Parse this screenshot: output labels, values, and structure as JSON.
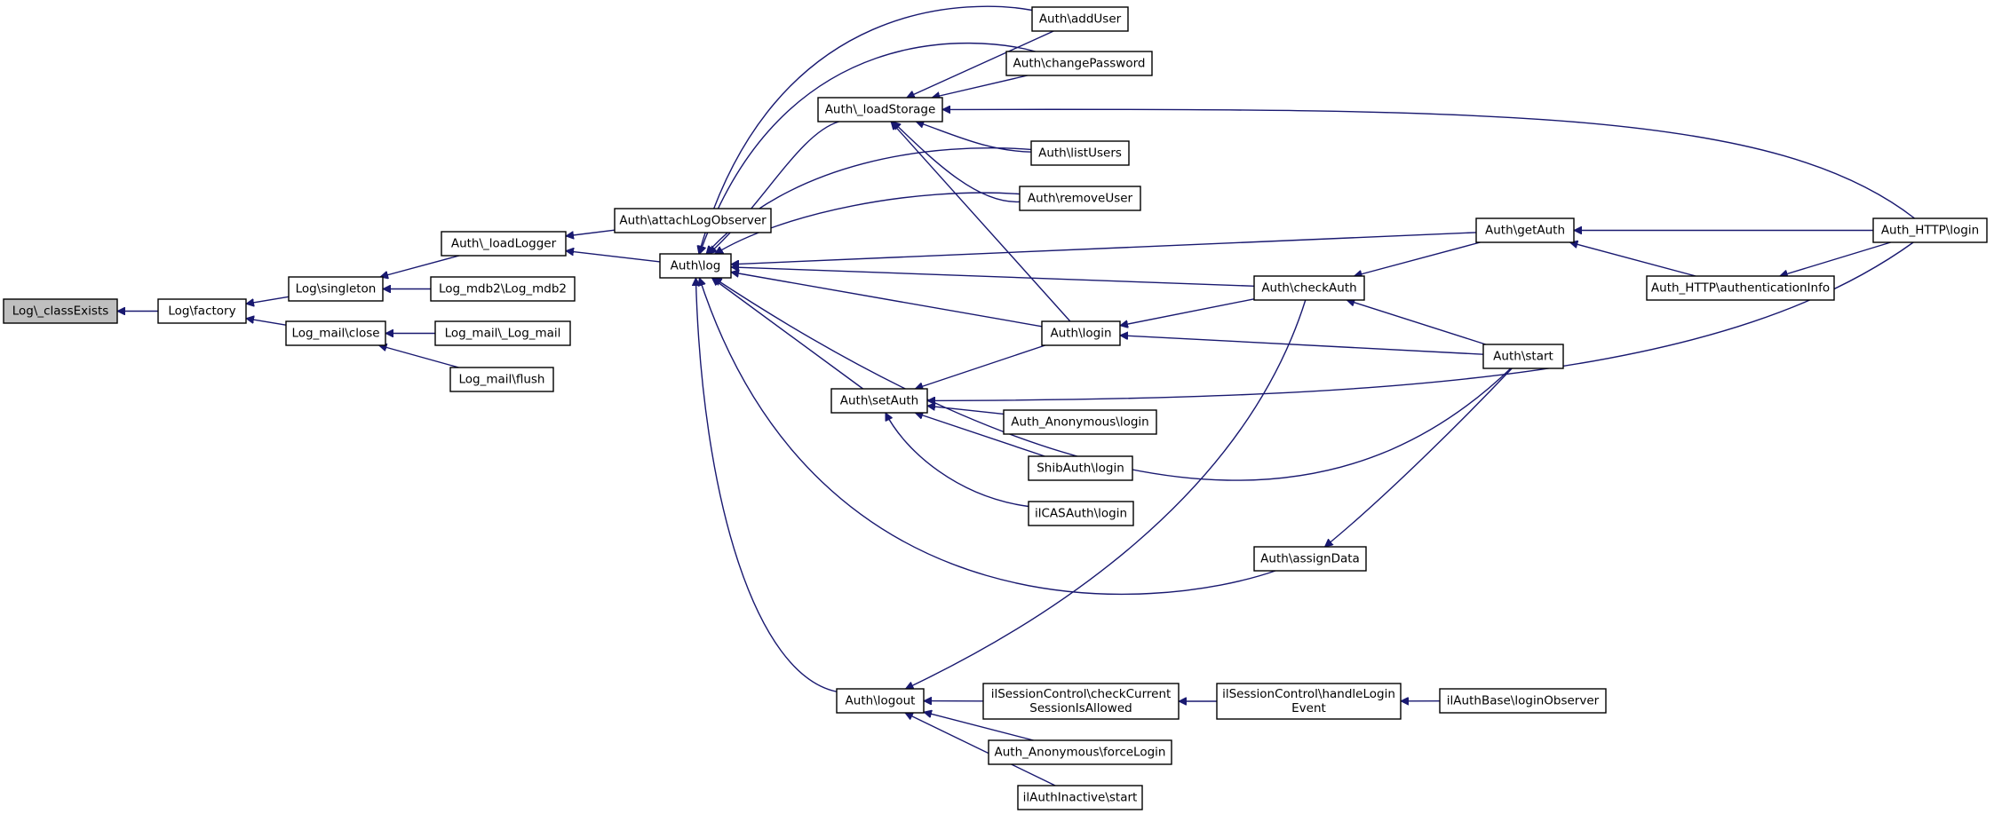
{
  "diagram": {
    "title": "",
    "focus_node": "classExists",
    "colors": {
      "edge": "#191970",
      "node_border": "#000000",
      "node_fill": "#ffffff",
      "focus_fill": "#bfbfbf"
    },
    "nodes": [
      {
        "id": "classExists",
        "label": [
          "Log\\_classExists"
        ]
      },
      {
        "id": "logFactory",
        "label": [
          "Log\\factory"
        ]
      },
      {
        "id": "logSingleton",
        "label": [
          "Log\\singleton"
        ]
      },
      {
        "id": "logMailClose",
        "label": [
          "Log_mail\\close"
        ]
      },
      {
        "id": "authLoadLogger",
        "label": [
          "Auth\\_loadLogger"
        ]
      },
      {
        "id": "logMdb2",
        "label": [
          "Log_mdb2\\Log_mdb2"
        ]
      },
      {
        "id": "logMailLogMail",
        "label": [
          "Log_mail\\_Log_mail"
        ]
      },
      {
        "id": "logMailFlush",
        "label": [
          "Log_mail\\flush"
        ]
      },
      {
        "id": "attachLogObserver",
        "label": [
          "Auth\\attachLogObserver"
        ]
      },
      {
        "id": "authLog",
        "label": [
          "Auth\\log"
        ]
      },
      {
        "id": "loadStorage",
        "label": [
          "Auth\\_loadStorage"
        ]
      },
      {
        "id": "setAuth",
        "label": [
          "Auth\\setAuth"
        ]
      },
      {
        "id": "authLogout",
        "label": [
          "Auth\\logout"
        ]
      },
      {
        "id": "addUser",
        "label": [
          "Auth\\addUser"
        ]
      },
      {
        "id": "changePassword",
        "label": [
          "Auth\\changePassword"
        ]
      },
      {
        "id": "listUsers",
        "label": [
          "Auth\\listUsers"
        ]
      },
      {
        "id": "removeUser",
        "label": [
          "Auth\\removeUser"
        ]
      },
      {
        "id": "authLogin",
        "label": [
          "Auth\\login"
        ]
      },
      {
        "id": "anonLogin",
        "label": [
          "Auth_Anonymous\\login"
        ]
      },
      {
        "id": "shibLogin",
        "label": [
          "ShibAuth\\login"
        ]
      },
      {
        "id": "casLogin",
        "label": [
          "ilCASAuth\\login"
        ]
      },
      {
        "id": "checkCurrent",
        "label": [
          "ilSessionControl\\checkCurrent",
          "SessionIsAllowed"
        ]
      },
      {
        "id": "forceLogin",
        "label": [
          "Auth_Anonymous\\forceLogin"
        ]
      },
      {
        "id": "inactiveStart",
        "label": [
          "ilAuthInactive\\start"
        ]
      },
      {
        "id": "checkAuth",
        "label": [
          "Auth\\checkAuth"
        ]
      },
      {
        "id": "assignData",
        "label": [
          "Auth\\assignData"
        ]
      },
      {
        "id": "handleLogin",
        "label": [
          "ilSessionControl\\handleLogin",
          "Event"
        ]
      },
      {
        "id": "getAuth",
        "label": [
          "Auth\\getAuth"
        ]
      },
      {
        "id": "authStart",
        "label": [
          "Auth\\start"
        ]
      },
      {
        "id": "authInfo",
        "label": [
          "Auth_HTTP\\authenticationInfo"
        ]
      },
      {
        "id": "loginObserver",
        "label": [
          "ilAuthBase\\loginObserver"
        ]
      },
      {
        "id": "httpLogin",
        "label": [
          "Auth_HTTP\\login"
        ]
      }
    ],
    "edges": [
      {
        "from": "logFactory",
        "to": "classExists"
      },
      {
        "from": "logSingleton",
        "to": "logFactory"
      },
      {
        "from": "logMailClose",
        "to": "logFactory"
      },
      {
        "from": "authLoadLogger",
        "to": "logSingleton"
      },
      {
        "from": "logMdb2",
        "to": "logSingleton"
      },
      {
        "from": "logMailLogMail",
        "to": "logMailClose"
      },
      {
        "from": "logMailFlush",
        "to": "logMailClose"
      },
      {
        "from": "attachLogObserver",
        "to": "authLoadLogger"
      },
      {
        "from": "authLog",
        "to": "authLoadLogger"
      },
      {
        "from": "loadStorage",
        "to": "authLog"
      },
      {
        "from": "addUser",
        "to": "authLog"
      },
      {
        "from": "changePassword",
        "to": "authLog"
      },
      {
        "from": "listUsers",
        "to": "authLog"
      },
      {
        "from": "removeUser",
        "to": "authLog"
      },
      {
        "from": "getAuth",
        "to": "authLog"
      },
      {
        "from": "checkAuth",
        "to": "authLog"
      },
      {
        "from": "authLogin",
        "to": "authLog"
      },
      {
        "from": "setAuth",
        "to": "authLog"
      },
      {
        "from": "authStart",
        "to": "authLog"
      },
      {
        "from": "assignData",
        "to": "authLog"
      },
      {
        "from": "authLogout",
        "to": "authLog"
      },
      {
        "from": "addUser",
        "to": "loadStorage"
      },
      {
        "from": "changePassword",
        "to": "loadStorage"
      },
      {
        "from": "listUsers",
        "to": "loadStorage"
      },
      {
        "from": "removeUser",
        "to": "loadStorage"
      },
      {
        "from": "authLogin",
        "to": "loadStorage"
      },
      {
        "from": "httpLogin",
        "to": "loadStorage"
      },
      {
        "from": "authLogin",
        "to": "setAuth"
      },
      {
        "from": "anonLogin",
        "to": "setAuth"
      },
      {
        "from": "shibLogin",
        "to": "setAuth"
      },
      {
        "from": "casLogin",
        "to": "setAuth"
      },
      {
        "from": "httpLogin",
        "to": "setAuth"
      },
      {
        "from": "checkAuth",
        "to": "authLogin"
      },
      {
        "from": "authStart",
        "to": "authLogin"
      },
      {
        "from": "checkAuth",
        "to": "authLogout"
      },
      {
        "from": "checkCurrent",
        "to": "authLogout"
      },
      {
        "from": "forceLogin",
        "to": "authLogout"
      },
      {
        "from": "inactiveStart",
        "to": "authLogout"
      },
      {
        "from": "getAuth",
        "to": "checkAuth"
      },
      {
        "from": "authStart",
        "to": "checkAuth"
      },
      {
        "from": "authStart",
        "to": "assignData"
      },
      {
        "from": "handleLogin",
        "to": "checkCurrent"
      },
      {
        "from": "loginObserver",
        "to": "handleLogin"
      },
      {
        "from": "authInfo",
        "to": "getAuth"
      },
      {
        "from": "httpLogin",
        "to": "getAuth"
      },
      {
        "from": "httpLogin",
        "to": "authInfo"
      }
    ]
  }
}
